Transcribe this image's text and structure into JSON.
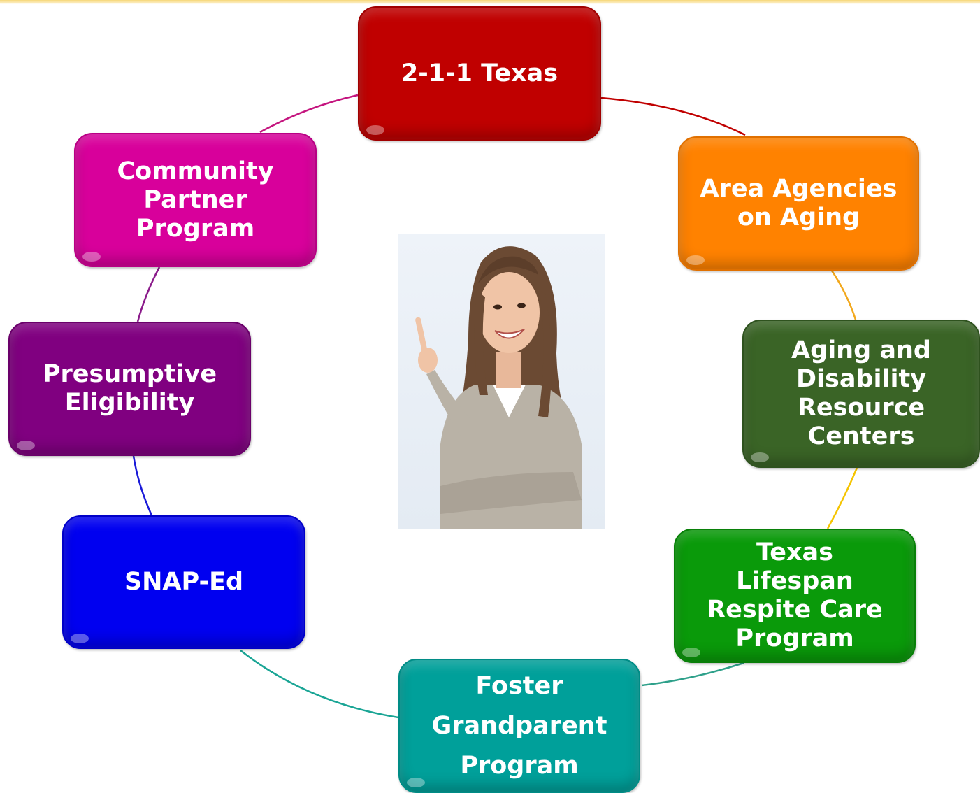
{
  "nodes": [
    {
      "id": "211",
      "label": "2-1-1 Texas",
      "color": "#c00000"
    },
    {
      "id": "aaa",
      "label": "Area Agencies on Aging",
      "color": "#ff8200"
    },
    {
      "id": "adrc",
      "label": "Aging and Disability Resource Centers",
      "color": "#3a6426"
    },
    {
      "id": "tlrcp",
      "label": "Texas Lifespan Respite Care Program",
      "color": "#0a9a0a"
    },
    {
      "id": "fgp",
      "label": "Foster Grandparent Program",
      "color": "#00a09a"
    },
    {
      "id": "snap",
      "label": "SNAP-Ed",
      "color": "#0000f0"
    },
    {
      "id": "pe",
      "label": "Presumptive Eligibility",
      "color": "#800080"
    },
    {
      "id": "cpp",
      "label": "Community Partner Program",
      "color": "#d8009b"
    }
  ],
  "connector_colors": {
    "211_to_aaa": "#c00000",
    "aaa_to_adrc": "#f2a81d",
    "adrc_to_tlrcp": "#f5c400",
    "tlrcp_to_fgp": "#2ea08a",
    "fgp_to_snap": "#1aa595",
    "snap_to_pe": "#1a1ad8",
    "pe_to_cpp": "#8a1a8a",
    "cpp_to_211": "#c4147e"
  },
  "center_image": "photo of a smiling woman with long hair pointing upward"
}
